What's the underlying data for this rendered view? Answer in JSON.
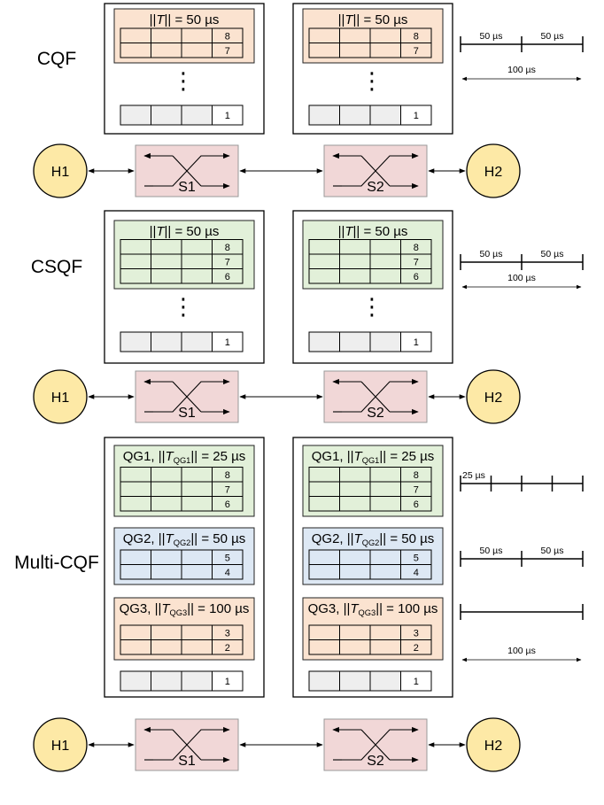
{
  "colors": {
    "orange_fill": "#fbe3d0",
    "green_fill": "#e2f0d9",
    "blue_fill": "#dde8f4",
    "switch_fill": "#f1d7d7",
    "host_fill": "#fde9a6",
    "empty_queue_fill": "#eeeeee"
  },
  "sections": [
    {
      "label": "CQF",
      "ports": [
        {
          "queue_groups": [
            {
              "label": "||T|| = 50 µs",
              "fill": "orange_fill",
              "row_numbers": [
                "8",
                "7"
              ]
            }
          ],
          "ellipsis": "⋮",
          "bottom_number": "1"
        },
        {
          "queue_groups": [
            {
              "label": "||T|| = 50 µs",
              "fill": "orange_fill",
              "row_numbers": [
                "8",
                "7"
              ]
            }
          ],
          "ellipsis": "⋮",
          "bottom_number": "1"
        }
      ],
      "timelines": [
        {
          "type": "segments",
          "labels": [
            "50 µs",
            "50 µs"
          ]
        },
        {
          "type": "span",
          "label": "100 µs"
        }
      ],
      "topology": {
        "hosts": [
          "H1",
          "H2"
        ],
        "switches": [
          "S1",
          "S2"
        ]
      }
    },
    {
      "label": "CSQF",
      "ports": [
        {
          "queue_groups": [
            {
              "label": "||T|| = 50 µs",
              "fill": "green_fill",
              "row_numbers": [
                "8",
                "7",
                "6"
              ]
            }
          ],
          "ellipsis": "⋮",
          "bottom_number": "1"
        },
        {
          "queue_groups": [
            {
              "label": "||T|| = 50 µs",
              "fill": "green_fill",
              "row_numbers": [
                "8",
                "7",
                "6"
              ]
            }
          ],
          "ellipsis": "⋮",
          "bottom_number": "1"
        }
      ],
      "timelines": [
        {
          "type": "segments",
          "labels": [
            "50 µs",
            "50 µs"
          ]
        },
        {
          "type": "span",
          "label": "100 µs"
        }
      ],
      "topology": {
        "hosts": [
          "H1",
          "H2"
        ],
        "switches": [
          "S1",
          "S2"
        ]
      }
    },
    {
      "label": "Multi-CQF",
      "ports": [
        {
          "queue_groups": [
            {
              "label": "QG1, ||TQG1|| = 25 µs",
              "fill": "green_fill",
              "row_numbers": [
                "8",
                "7",
                "6"
              ]
            },
            {
              "label": "QG2, ||TQG2|| = 50 µs",
              "fill": "blue_fill",
              "row_numbers": [
                "5",
                "4"
              ]
            },
            {
              "label": "QG3, ||TQG3|| = 100 µs",
              "fill": "orange_fill",
              "row_numbers": [
                "3",
                "2"
              ]
            }
          ],
          "bottom_number": "1"
        },
        {
          "queue_groups": [
            {
              "label": "QG1, ||TQG1|| = 25 µs",
              "fill": "green_fill",
              "row_numbers": [
                "8",
                "7",
                "6"
              ]
            },
            {
              "label": "QG2, ||TQG2|| = 50 µs",
              "fill": "blue_fill",
              "row_numbers": [
                "5",
                "4"
              ]
            },
            {
              "label": "QG3, ||TQG3|| = 100 µs",
              "fill": "orange_fill",
              "row_numbers": [
                "3",
                "2"
              ]
            }
          ],
          "bottom_number": "1"
        }
      ],
      "timelines": [
        {
          "type": "quarters",
          "labels": [
            "25 µs"
          ]
        },
        {
          "type": "segments",
          "labels": [
            "50 µs",
            "50 µs"
          ]
        },
        {
          "type": "bar",
          "labels": []
        },
        {
          "type": "span",
          "label": "100 µs"
        }
      ],
      "topology": {
        "hosts": [
          "H1",
          "H2"
        ],
        "switches": [
          "S1",
          "S2"
        ]
      }
    }
  ]
}
